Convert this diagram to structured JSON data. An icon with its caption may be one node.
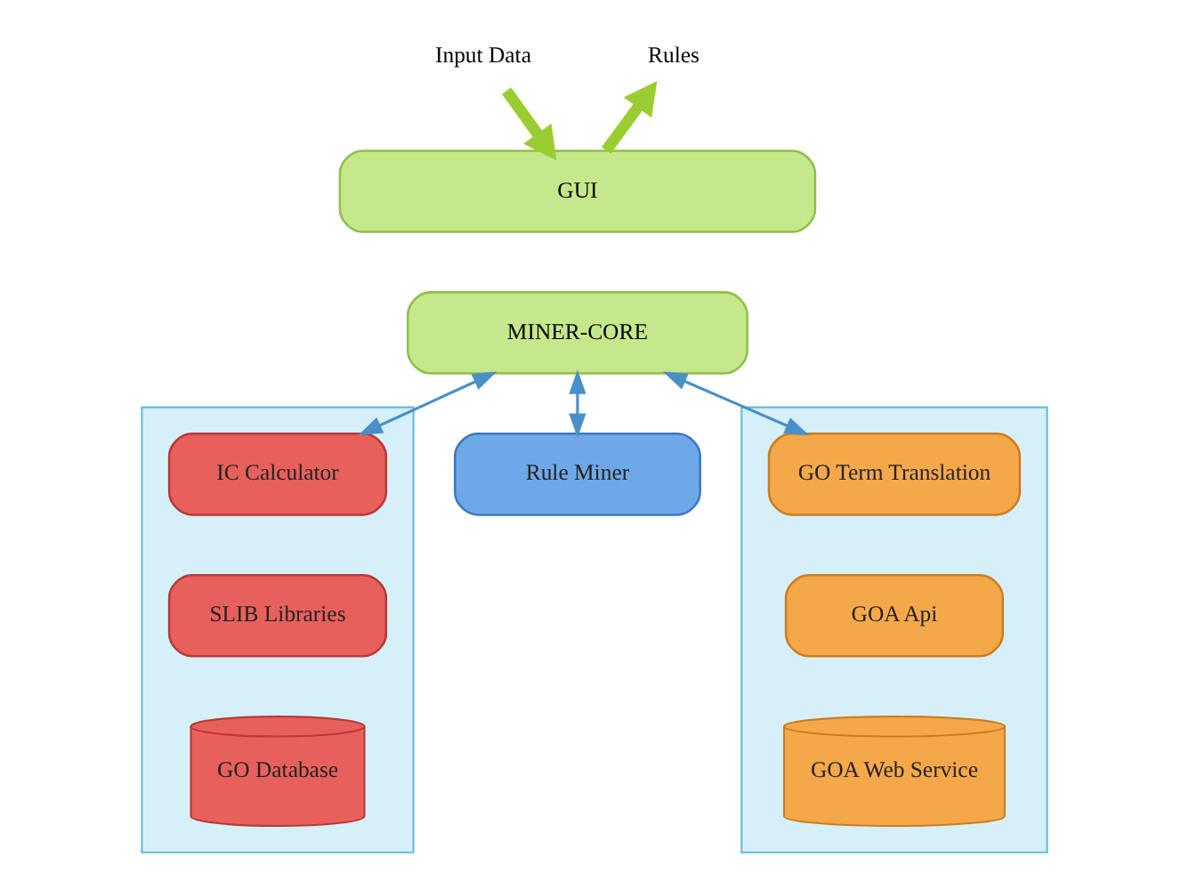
{
  "diagram": {
    "nodes": [
      {
        "text": [
          "Input Data"
        ]
      },
      {
        "text": [
          "Rules"
        ]
      },
      {
        "text": [
          "GUI"
        ]
      },
      {
        "text": [
          "MINER-CORE"
        ]
      },
      {
        "text": [],
        "shape": "box"
      },
      {
        "text": [
          "IC Calculator"
        ],
        "in": 4
      },
      {
        "text": [
          "SLIB Libraries"
        ],
        "in": 4
      },
      {
        "text": [
          "GO Database"
        ],
        "in": 4
      },
      {
        "text": [
          "Rule Miner"
        ]
      },
      {
        "text": [],
        "shape": "box"
      },
      {
        "text": [
          "GO Term Translation"
        ],
        "in": 9
      },
      {
        "text": [
          "GOA Api"
        ],
        "in": 9
      },
      {
        "text": [
          "GOA Web Service"
        ],
        "in": 9
      }
    ],
    "edges": [
      {
        "from": 0,
        "to": 2,
        "arrow": "to",
        "style": "thick",
        "color": "#9acd32"
      },
      {
        "from": 2,
        "to": 1,
        "arrow": "to",
        "style": "thick",
        "color": "#9acd32"
      },
      {
        "from": 3,
        "to": 5,
        "arrow": "both"
      },
      {
        "from": 3,
        "to": 8,
        "arrow": "both"
      },
      {
        "from": 3,
        "to": 10,
        "arrow": "both"
      }
    ]
  }
}
